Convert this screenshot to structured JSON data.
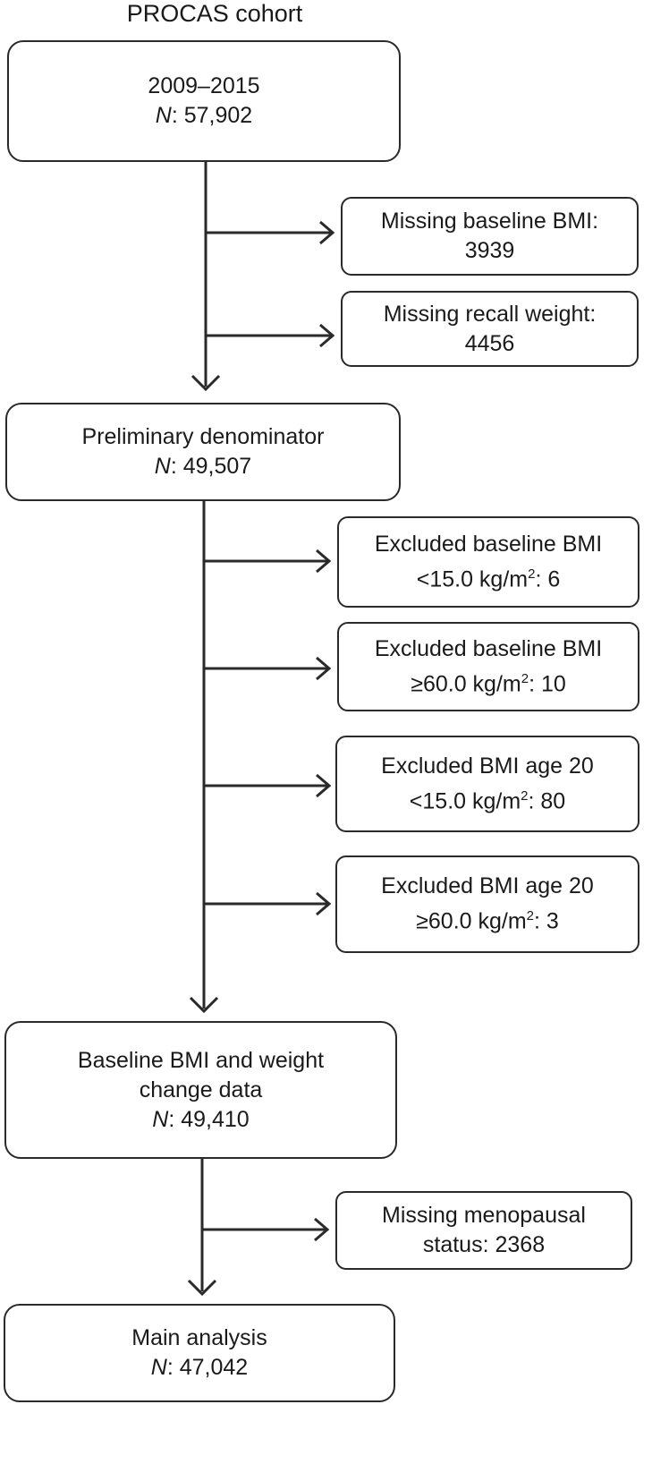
{
  "title": "PROCAS cohort",
  "n_label": "N",
  "main_boxes": {
    "cohort": {
      "line1": "2009–2015",
      "n_value": ": 57,902"
    },
    "preliminary": {
      "line1": "Preliminary denominator",
      "n_value": ": 49,507"
    },
    "baseline": {
      "line1": "Baseline BMI and weight",
      "line2": "change data",
      "n_value": ": 49,410"
    },
    "analysis": {
      "line1": "Main analysis",
      "n_value": ": 47,042"
    }
  },
  "side_boxes": {
    "missing_bmi": {
      "line1": "Missing baseline BMI:",
      "line2": "3939"
    },
    "missing_recall": {
      "line1": "Missing recall weight:",
      "line2": "4456"
    },
    "excl_base_low": {
      "line1": "Excluded baseline BMI",
      "line2_pre": "<15.0 kg/m",
      "sup": "2",
      "line2_post": ": 6"
    },
    "excl_base_high": {
      "line1": "Excluded baseline BMI",
      "line2_pre": "≥60.0 kg/m",
      "sup": "2",
      "line2_post": ": 10"
    },
    "excl_age20_low": {
      "line1": "Excluded BMI age 20",
      "line2_pre": "<15.0 kg/m",
      "sup": "2",
      "line2_post": ": 80"
    },
    "excl_age20_high": {
      "line1": "Excluded BMI age 20",
      "line2_pre": "≥60.0 kg/m",
      "sup": "2",
      "line2_post": ": 3"
    },
    "missing_meno": {
      "line1": "Missing menopausal",
      "line2": "status: 2368"
    }
  }
}
